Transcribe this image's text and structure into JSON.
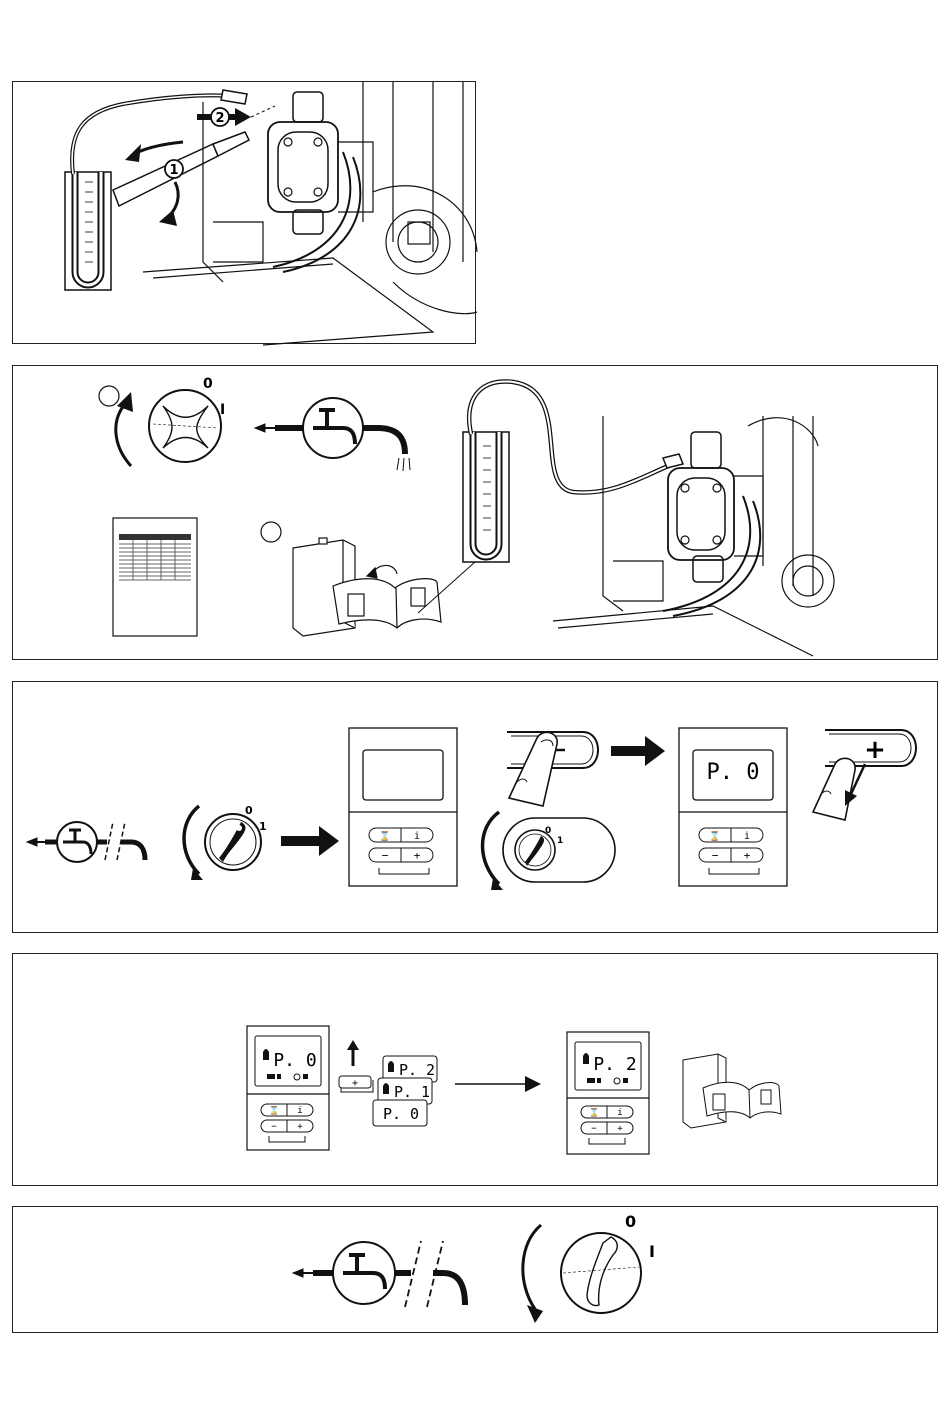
{
  "step1": {
    "callout_1": "1",
    "callout_2": "2"
  },
  "step2": {
    "switch_off_label": "0",
    "switch_on_label": "I"
  },
  "step3": {
    "switch_off_label": "0",
    "switch_on_label": "1",
    "knob_off_label": "0",
    "knob_on_label": "1",
    "display_text": "P. 0",
    "minus_label": "−",
    "plus_label": "+",
    "info_label": "i",
    "big_plus_label": "+"
  },
  "step4": {
    "display_left": "P. 0",
    "display_right": "P. 2",
    "cards": [
      "P. 2",
      "P. 1",
      "P. 0"
    ],
    "plus_label": "+",
    "minus_label": "−",
    "info_label": "i"
  },
  "step5": {
    "switch_off_label": "0",
    "switch_on_label": "I"
  }
}
